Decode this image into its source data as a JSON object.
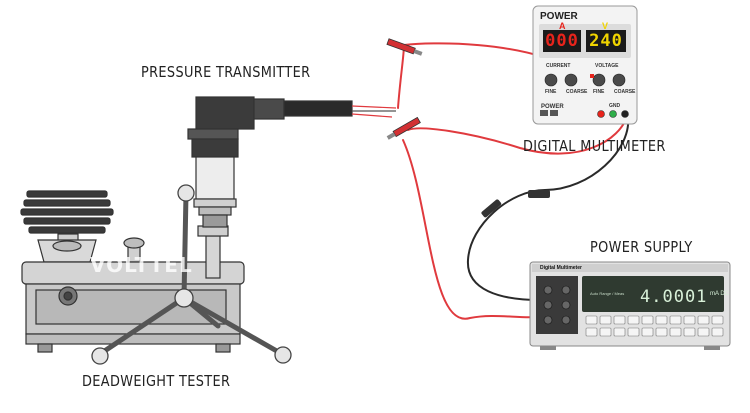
{
  "labels": {
    "pressure_transmitter": "PRESSURE TRANSMITTER",
    "digital_multimeter": "DIGITAL MULTIMETER",
    "power_supply": "POWER SUPPLY",
    "deadweight_tester": "DEADWEIGHT TESTER"
  },
  "power_supply_unit": {
    "title": "POWER",
    "current_header": "A",
    "voltage_header": "V",
    "current_display": "000",
    "voltage_display": "240",
    "current_label": "CURRENT",
    "voltage_label": "VOLTAGE",
    "fine_label": "FINE",
    "coarse_label": "COARSE",
    "power_label": "POWER",
    "gnd_label": "GND"
  },
  "multimeter_unit": {
    "title": "Digital Multimeter",
    "reading": "4.0001",
    "unit": "mA DC",
    "mode_text": "Auto Range / Meas"
  },
  "watermark": "VOLTTEL",
  "colors": {
    "wire_red": "#e03a3e",
    "wire_black": "#2a2a2a",
    "outline": "#333333",
    "display_red": "#e8241c",
    "display_yellow": "#f0d400",
    "dmm_display_bg": "#2f3a30"
  }
}
